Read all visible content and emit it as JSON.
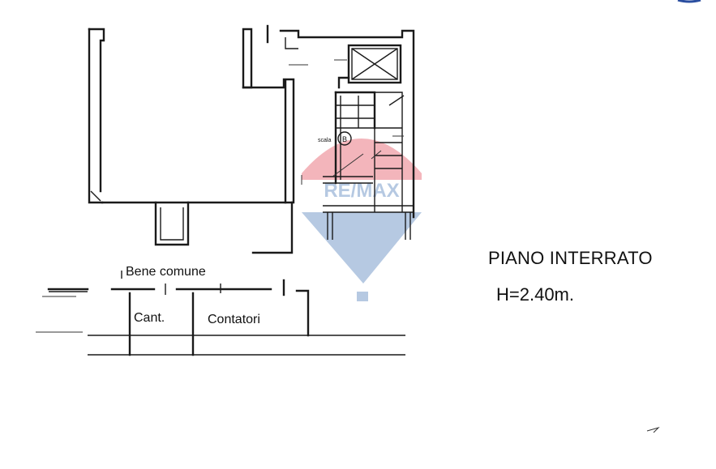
{
  "plan": {
    "title": "PIANO INTERRATO",
    "height_label": "H=2.40m."
  },
  "rooms": {
    "common_area": "Bene comune",
    "cellar": "Cant.",
    "meters": "Contatori",
    "stair": "scala",
    "stair_marker": "B"
  },
  "watermark": {
    "brand": "RE/MAX",
    "colors": {
      "red": "#dc1c2e",
      "blue": "#1f5aa6"
    }
  }
}
